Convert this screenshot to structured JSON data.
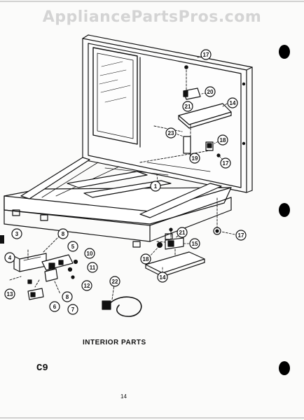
{
  "watermark": {
    "text": "AppliancePartsPros.com"
  },
  "figure": {
    "caption": "INTERIOR PARTS",
    "section_code": "C9",
    "page_number": "14"
  },
  "callouts": {
    "c1": "1",
    "c3": "3",
    "c4": "4",
    "c5": "5",
    "c6": "6",
    "c7": "7",
    "c8a": "8",
    "c8b": "8",
    "c10": "10",
    "c11": "11",
    "c12": "12",
    "c13": "13",
    "c14a": "14",
    "c14b": "14",
    "c15": "15",
    "c17a": "17",
    "c17b": "17",
    "c17c": "17",
    "c18a": "18",
    "c18b": "18",
    "c19": "19",
    "c20": "20",
    "c21a": "21",
    "c21b": "21",
    "c22": "22",
    "c23": "23"
  },
  "binder_holes": 3
}
